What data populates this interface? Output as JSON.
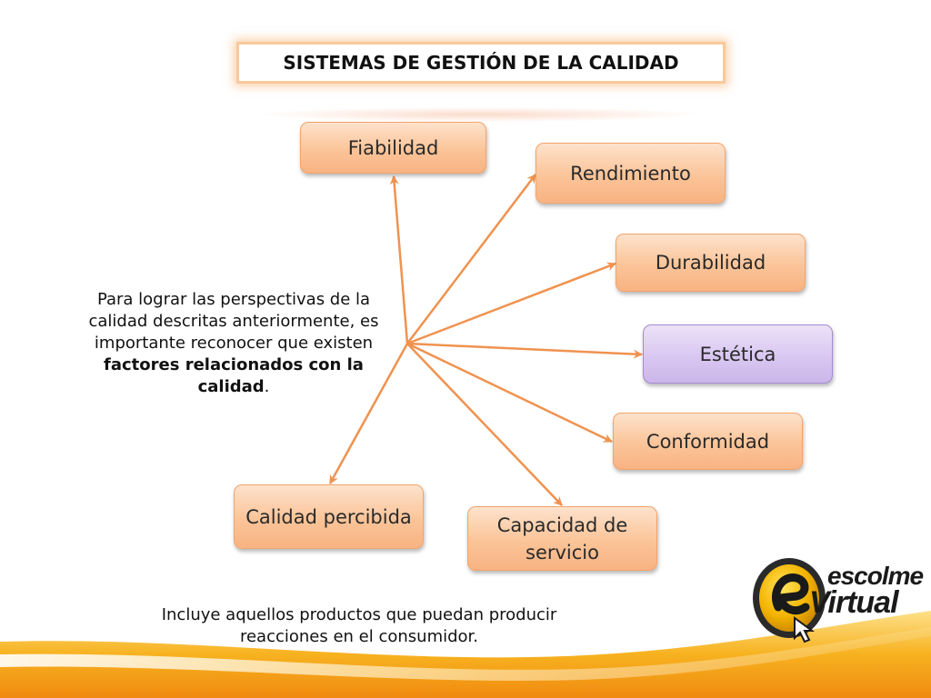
{
  "title": "SISTEMAS DE GESTIÓN DE LA CALIDAD",
  "center_text": {
    "line_part1": "Para lograr las perspectivas de la calidad descritas anteriormente, es importante reconocer que existen ",
    "bold": "factores relacionados con la calidad",
    "end": "."
  },
  "nodes": {
    "fiabilidad": "Fiabilidad",
    "rendimiento": "Rendimiento",
    "durabilidad": "Durabilidad",
    "estetica": "Estética",
    "conformidad": "Conformidad",
    "capacidad_servicio": "Capacidad de servicio",
    "calidad_percibida": "Calidad percibida"
  },
  "footer_text": "Incluye aquellos productos que puedan producir reacciones en el consumidor.",
  "logo": {
    "line1": "escolme",
    "line2": "Virtual"
  },
  "colors": {
    "node_fill": "#fbc498",
    "node_highlight_fill": "#d9c7f1",
    "arrow": "#f0924f",
    "title_border": "#f7c99b",
    "wave": "#f7b21f"
  }
}
